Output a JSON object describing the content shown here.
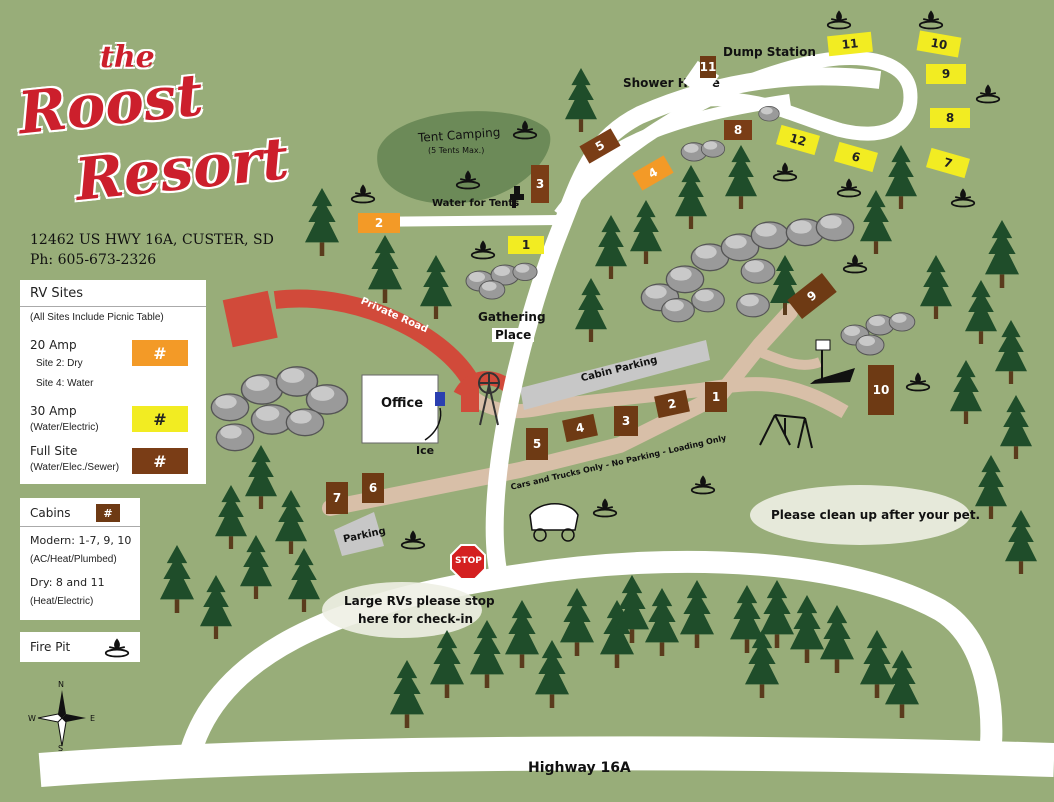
{
  "logo": {
    "the": "the",
    "roost": "Roost",
    "resort": "Resort"
  },
  "address": "12462 US HWY 16A, CUSTER, SD",
  "phone": "Ph: 605-673-2326",
  "legend": {
    "rv_title": "RV Sites",
    "rv_note": "(All Sites Include Picnic Table)",
    "amp20": "20 Amp",
    "amp20_site2": "Site 2: Dry",
    "amp20_site4": "Site 4: Water",
    "amp30": "30 Amp",
    "amp30_sub": "(Water/Electric)",
    "full": "Full Site",
    "full_sub": "(Water/Elec./Sewer)",
    "swatch": "#",
    "cabins_title": "Cabins",
    "modern": "Modern: 1-7, 9, 10",
    "modern_sub": "(AC/Heat/Plumbed)",
    "dry": "Dry: 8 and 11",
    "dry_sub": "(Heat/Electric)",
    "firepit": "Fire Pit"
  },
  "compass": {
    "n": "N",
    "s": "S",
    "e": "E",
    "w": "W"
  },
  "labels": {
    "tent_camping": "Tent Camping",
    "tent_sub": "(5 Tents Max.)",
    "water_for_tents": "Water for Tents",
    "shower_house": "Shower House",
    "dump_station": "Dump Station",
    "gathering": "Gathering",
    "place": "Place",
    "private_road": "Private Road",
    "office": "Office",
    "ice": "Ice",
    "cabin_parking": "Cabin Parking",
    "cars_trucks": "Cars and Trucks Only - No Parking - Loading Only",
    "parking": "Parking",
    "stop": "STOP",
    "large_rvs_1": "Large RVs please stop",
    "large_rvs_2": "here for check-in",
    "clean_up": "Please clean up after your pet.",
    "highway": "Highway 16A"
  },
  "sites": {
    "rv1": "1",
    "rv2": "2",
    "rv3": "3",
    "rv4": "4",
    "rv5": "5",
    "rv6": "6",
    "rv7": "7",
    "rv8": "8",
    "rv9": "9",
    "rv10": "10",
    "rv11": "11",
    "rv12": "12",
    "c1": "1",
    "c2": "2",
    "c3": "3",
    "c4": "4",
    "c5": "5",
    "c6": "6",
    "c7": "7",
    "c9": "9",
    "c10": "10",
    "c11": "11"
  },
  "colors": {
    "grass": "#98ad79",
    "road": "#ffffff",
    "private_road": "#d14a3a",
    "gravel": "#d8bfa8",
    "rv20": "#f39a27",
    "rv30": "#f2ec22",
    "full": "#7a3d16",
    "logo": "#cc1f2c"
  }
}
